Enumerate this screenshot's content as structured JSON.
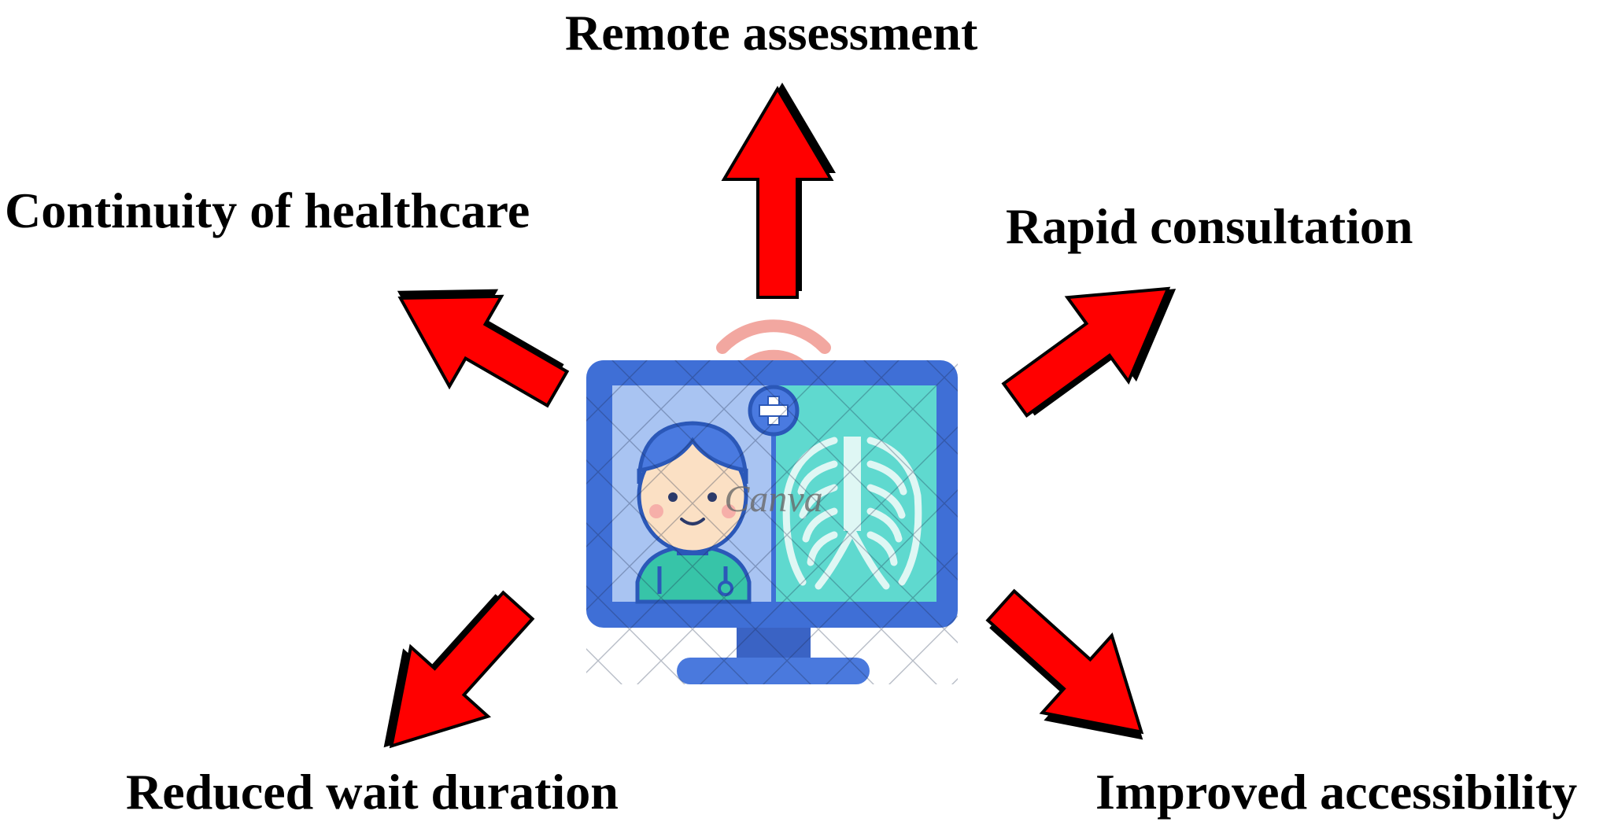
{
  "labels": {
    "remote_assessment": "Remote assessment",
    "continuity_of_healthcare": "Continuity of healthcare",
    "rapid_consultation": "Rapid consultation",
    "reduced_wait_duration": "Reduced wait duration",
    "improved_accessibility": "Improved accessibility"
  },
  "watermark": "Canva",
  "colors": {
    "arrow_fill": "#ff0000",
    "arrow_outline": "#000000",
    "monitor_frame": "#3f6fd6",
    "screen_left": "#a9c4f2",
    "screen_right": "#5fd9cf",
    "signal": "#f2a7a0"
  },
  "icons": {
    "center": "telemedicine-monitor-icon",
    "doctor": "doctor-avatar-icon",
    "xray": "chest-xray-icon",
    "medical_cross": "medical-cross-icon",
    "wifi": "wifi-signal-icon",
    "arrow": "red-arrow-icon"
  }
}
